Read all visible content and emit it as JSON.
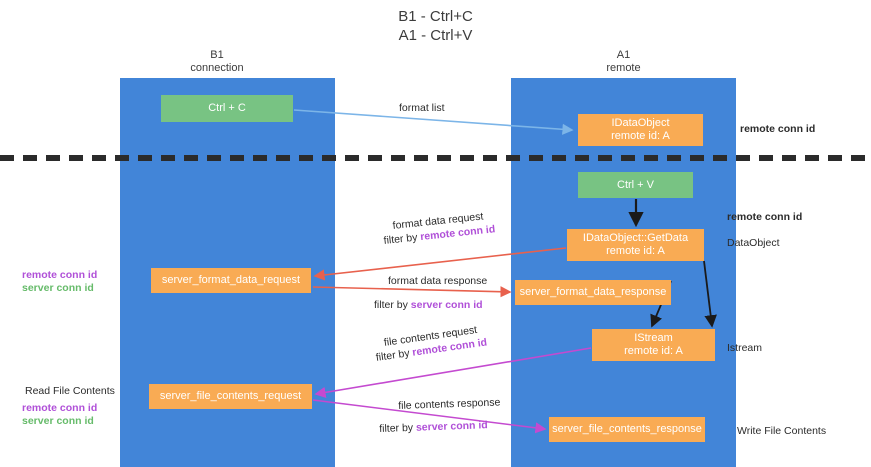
{
  "title": {
    "line1": "B1 - Ctrl+C",
    "line2": "A1 - Ctrl+V"
  },
  "lanes": [
    {
      "id": "b1",
      "line1": "B1",
      "line2": "connection",
      "color": "#4285d8"
    },
    {
      "id": "a1",
      "line1": "A1",
      "line2": "remote",
      "color": "#4285d8"
    }
  ],
  "colors": {
    "lane_blue": "#4285d8",
    "green_box": "#78c383",
    "orange_box": "#f9ab54",
    "purple_text": "#b050d8",
    "green_text": "#66bb6a",
    "arrow_blue": "#7cb5e8",
    "arrow_red": "#e8614d",
    "arrow_magenta": "#c44ad0",
    "arrow_black": "#1a1a1a",
    "page_bg": "#ffffff",
    "dash_line": "#2b2b2b"
  },
  "boxes": {
    "ctrl_c": {
      "label": "Ctrl + C",
      "sub": "",
      "kind": "green"
    },
    "idataobject": {
      "label": "IDataObject",
      "sub": "remote id: A",
      "kind": "orange"
    },
    "ctrl_v": {
      "label": "Ctrl + V",
      "sub": "",
      "kind": "green"
    },
    "getdata": {
      "label": "IDataObject::GetData",
      "sub": "remote id: A",
      "kind": "orange"
    },
    "server_format_data_request": {
      "label": "server_format_data_request",
      "sub": "",
      "kind": "orange"
    },
    "server_format_data_response": {
      "label": "server_format_data_response",
      "sub": "",
      "kind": "orange"
    },
    "istream": {
      "label": "IStream",
      "sub": "remote id: A",
      "kind": "orange"
    },
    "server_file_contents_request": {
      "label": "server_file_contents_request",
      "sub": "",
      "kind": "orange"
    },
    "server_file_contents_response": {
      "label": "server_file_contents_response",
      "sub": "",
      "kind": "orange"
    }
  },
  "arrow_labels": {
    "format_list": "format list",
    "format_data_request": "format data request",
    "format_data_request_filter_prefix": "filter by ",
    "format_data_request_filter_key": "remote conn id",
    "format_data_response": "format data response",
    "format_data_response_filter_prefix": "filter by ",
    "format_data_response_filter_key": "server conn id",
    "file_contents_request": "file contents request",
    "file_contents_request_filter_prefix": "filter by ",
    "file_contents_request_filter_key": "remote conn id",
    "file_contents_response": "file contents response",
    "file_contents_response_filter_prefix": "filter by ",
    "file_contents_response_filter_key": "server conn id"
  },
  "right_labels": {
    "remote_conn_id_top": "remote conn id",
    "remote_conn_id_mid": "remote conn id",
    "dataobject": "DataObject",
    "istream": "Istream",
    "write_file_contents": "Write File Contents"
  },
  "left_labels": {
    "conn_ids_mid_remote": "remote conn id",
    "conn_ids_mid_server": "server conn id",
    "read_file_contents": "Read File Contents",
    "conn_ids_bottom_remote": "remote conn id",
    "conn_ids_bottom_server": "server conn id"
  }
}
